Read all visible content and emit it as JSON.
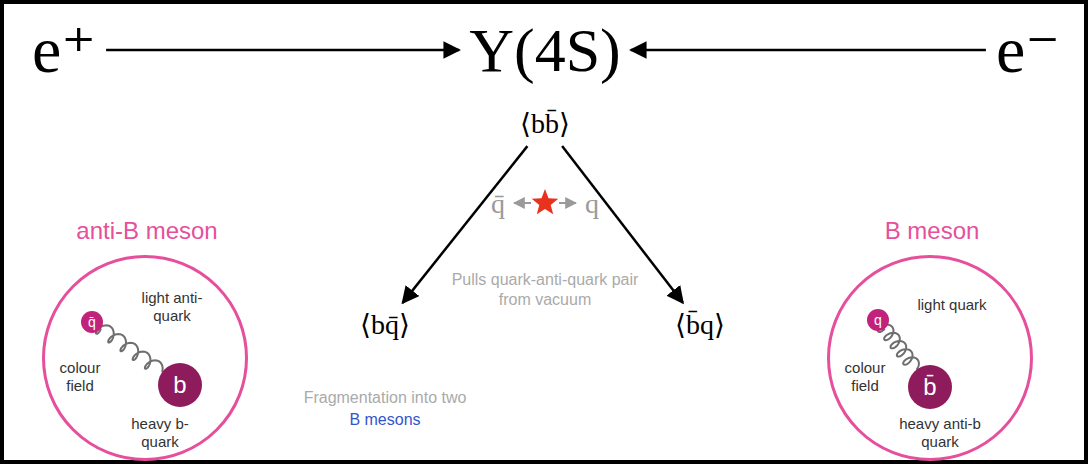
{
  "diagram": {
    "nodes": [
      {
        "text": [
          "e⁺"
        ]
      },
      {
        "text": [
          "Υ(4S)"
        ]
      },
      {
        "text": [
          "e⁻"
        ]
      },
      {
        "text": [
          "⟨bb̄⟩"
        ]
      },
      {
        "text": [
          "anti-B meson",
          "light anti-quark",
          "colour field",
          "heavy b-quark"
        ]
      },
      {
        "text": [
          "q̄"
        ],
        "in": 4
      },
      {
        "text": [
          "b"
        ],
        "in": 4
      },
      {
        "text": [
          "⟨bq̄⟩"
        ]
      },
      {
        "text": [
          "⟨b̄q⟩"
        ]
      },
      {
        "text": [
          "B meson",
          "light quark",
          "colour field",
          "heavy anti-b quark"
        ]
      },
      {
        "text": [
          "q"
        ],
        "in": 9
      },
      {
        "text": [
          "b̄"
        ],
        "in": 9
      }
    ],
    "edges": [
      {
        "from": 0,
        "to": 1,
        "arrow": "to"
      },
      {
        "from": 2,
        "to": 1,
        "arrow": "to"
      },
      {
        "from": 3,
        "to": 7,
        "arrow": "to"
      },
      {
        "from": 3,
        "to": 8,
        "arrow": "to"
      },
      {
        "from": 5,
        "to": 6,
        "arrow": "none"
      },
      {
        "from": 10,
        "to": 11,
        "arrow": "none"
      }
    ],
    "labels": [
      "q̄",
      "q",
      "Pulls quark-anti-quark pair from vacuum",
      "Fragmentation into two",
      "B mesons"
    ]
  }
}
